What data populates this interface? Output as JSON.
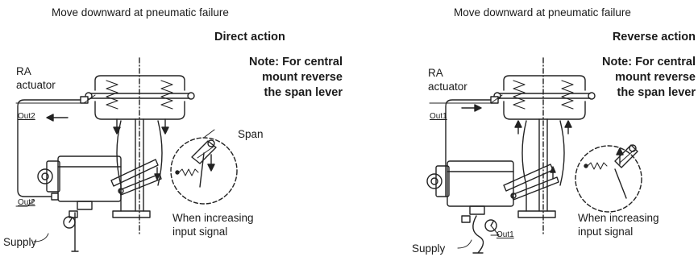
{
  "left": {
    "caption": "Move downward at pneumatic failure",
    "action": "Direct action",
    "note_lines": [
      "Note: For central",
      "mount reverse",
      "the span lever"
    ],
    "actuator_lines": [
      "RA",
      "actuator"
    ],
    "out_top": "Out2",
    "out_bottom": "Out2",
    "span": "Span",
    "increasing_lines": [
      "When increasing",
      "input signal"
    ],
    "supply": "Supply"
  },
  "right": {
    "caption": "Move downward at pneumatic failure",
    "action": "Reverse action",
    "note_lines": [
      "Note: For central",
      "mount reverse",
      "the span lever"
    ],
    "actuator_lines": [
      "RA",
      "actuator"
    ],
    "out_top": "Out1",
    "out_bottom": "Out1",
    "increasing_lines": [
      "When increasing",
      "input signal"
    ],
    "supply": "Supply"
  }
}
